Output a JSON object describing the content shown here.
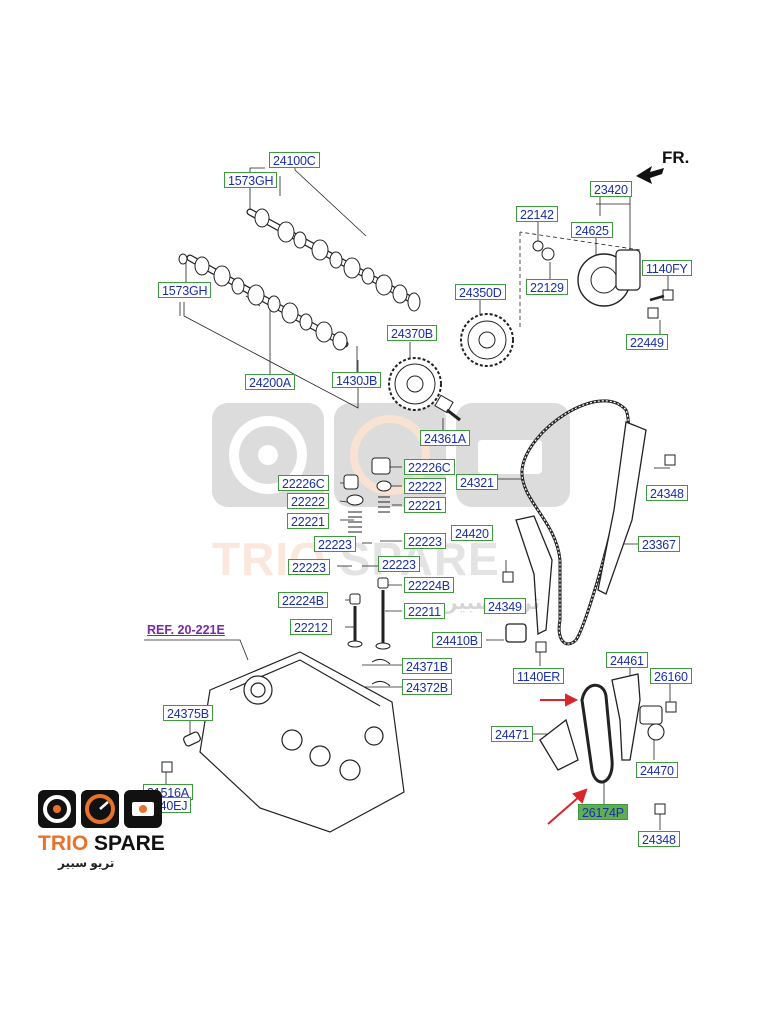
{
  "direction_label": "FR.",
  "reference": "REF. 20-221E",
  "brand": {
    "name_part1": "TRIO",
    "name_part2": "SPARE",
    "arabic": "تريو سبير",
    "primary_color": "#e8722a",
    "dark_color": "#111111"
  },
  "labels": {
    "p24100C": "24100C",
    "p1573GH_a": "1573GH",
    "p1573GH_b": "1573GH",
    "p24200A": "24200A",
    "p1430JB": "1430JB",
    "p24370B": "24370B",
    "p24350D": "24350D",
    "p24361A": "24361A",
    "p23420": "23420",
    "p22142": "22142",
    "p24625": "24625",
    "p22129": "22129",
    "p1140FY": "1140FY",
    "p22449": "22449",
    "p22226C_a": "22226C",
    "p22226C_b": "22226C",
    "p22222_a": "22222",
    "p22222_b": "22222",
    "p22221_a": "22221",
    "p22221_b": "22221",
    "p22223_a": "22223",
    "p22223_b": "22223",
    "p22223_c": "22223",
    "p22223_d": "22223",
    "p22224B_a": "22224B",
    "p22224B_b": "22224B",
    "p22211": "22211",
    "p22212": "22212",
    "p24321": "24321",
    "p24348_a": "24348",
    "p24420": "24420",
    "p23367": "23367",
    "p24349": "24349",
    "p24410B": "24410B",
    "p1140ER": "1140ER",
    "p24371B": "24371B",
    "p24372B": "24372B",
    "p24375B": "24375B",
    "p21516A": "21516A",
    "p1140EJ": "1140EJ",
    "p24461": "24461",
    "p26160": "26160",
    "p24471": "24471",
    "p24470": "24470",
    "p26174P": "26174P",
    "p24348_b": "24348"
  }
}
